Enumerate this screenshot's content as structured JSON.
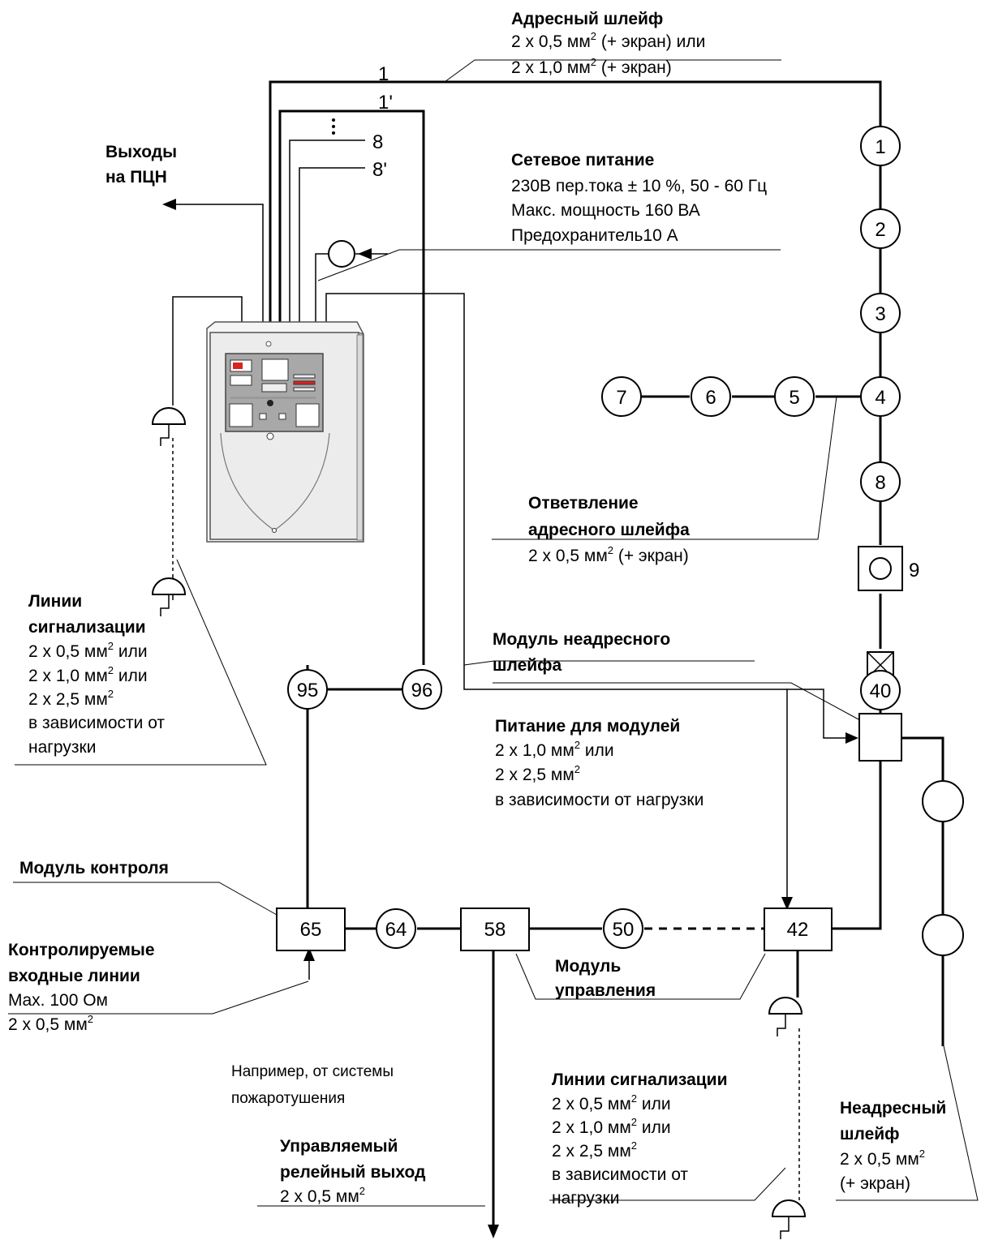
{
  "labels": {
    "addr_loop": {
      "title": "Адресный шлейф",
      "line1": "2 x 0,5 мм",
      "line1_tail": " (+ экран) или",
      "line2": "2 x 1,0 мм",
      "line2_tail": " (+ экран)"
    },
    "outputs": {
      "line1": "Выходы",
      "line2": "на ПЦН"
    },
    "mains": {
      "title": "Сетевое питание",
      "line1": "230В пер.тока ± 10 %, 50 - 60 Гц",
      "line2": "Макс. мощность 160 ВА",
      "line3": "Предохранитель10 А"
    },
    "branch": {
      "title1": "Ответвление",
      "title2": "адресного шлейфа",
      "line1": "2 x 0,5 мм",
      "line1_tail": " (+ экран)"
    },
    "signal_left": {
      "title1": "Линии",
      "title2": "сигнализации",
      "line1": "2 x 0,5 мм",
      "line1_tail": " или",
      "line2": "2 x 1,0 мм",
      "line2_tail": " или",
      "line3": "2 x 2,5 мм",
      "line4": "в зависимости от",
      "line5": "нагрузки"
    },
    "conv_module": {
      "line1": "Модуль неадресного",
      "line2": "шлейфа"
    },
    "module_power": {
      "title": "Питание для модулей",
      "line1": "2 x 1,0 мм",
      "line1_tail": " или",
      "line2": "2 x 2,5 мм",
      "line3": "в зависимости от нагрузки"
    },
    "monitor_module": {
      "title": "Модуль контроля"
    },
    "monitored_inputs": {
      "title1": "Контролируемые",
      "title2": "входные линии",
      "line1": "Max. 100 Ом",
      "line2": "2 x 0,5 мм"
    },
    "example": {
      "line1": "Например, от системы",
      "line2": "пожаротушения"
    },
    "control_module": {
      "line1": "Модуль",
      "line2": "управления"
    },
    "signal_right": {
      "title": "Линии сигнализации",
      "line1": "2 x 0,5 мм",
      "line1_tail": " или",
      "line2": "2 x 1,0 мм",
      "line2_tail": " или",
      "line3": "2 x 2,5 мм",
      "line4": "в зависимости от",
      "line5": "нагрузки"
    },
    "relay": {
      "title1": "Управляемый",
      "title2": "релейный выход",
      "line1": "2 x 0,5 мм"
    },
    "conv_loop": {
      "title1": "Неадресный",
      "title2": "шлейф",
      "line1": "2 x 0,5 мм",
      "line2": "(+ экран)"
    },
    "superscript": "2",
    "loop_ends": {
      "a": "1",
      "a_prime": "1'",
      "b": "8",
      "b_prime": "8'"
    }
  },
  "nodes": {
    "n1": "1",
    "n2": "2",
    "n3": "3",
    "n4": "4",
    "n5": "5",
    "n6": "6",
    "n7": "7",
    "n8": "8",
    "n9": "9",
    "n40": "40",
    "n42": "42",
    "n50": "50",
    "n58": "58",
    "n64": "64",
    "n65": "65",
    "n95": "95",
    "n96": "96"
  }
}
